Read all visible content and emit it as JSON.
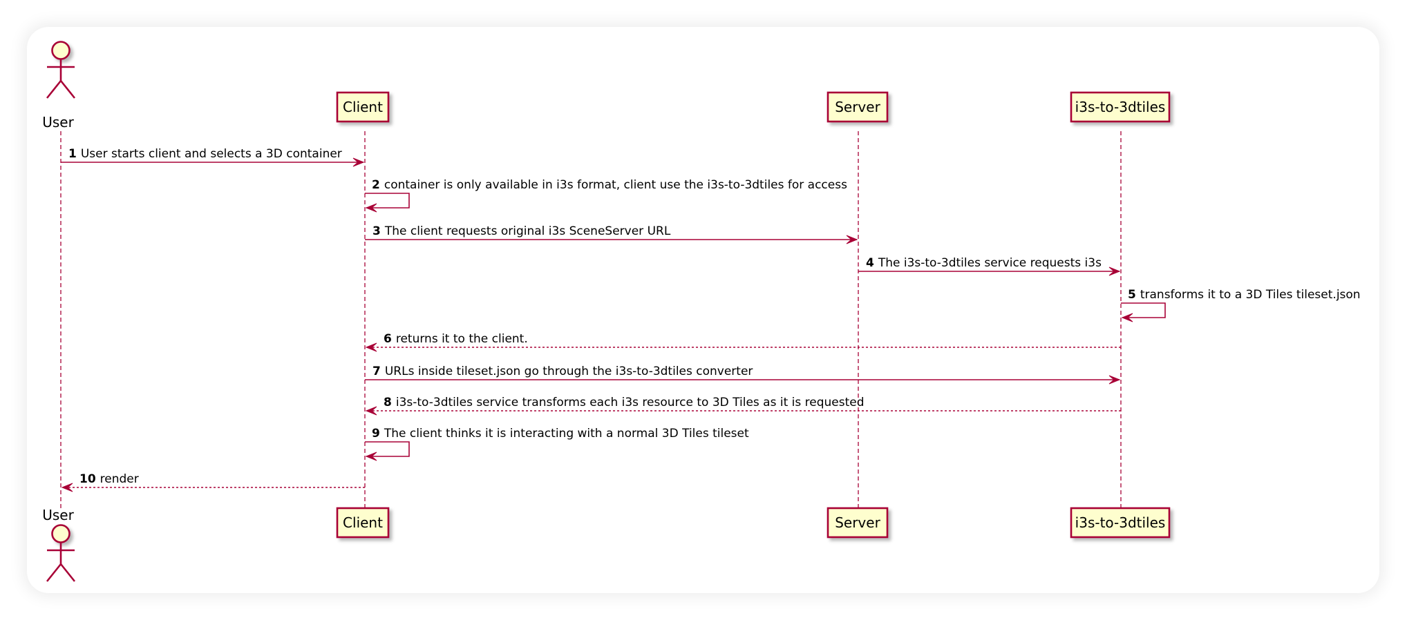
{
  "participants": [
    {
      "id": "user",
      "label": "User",
      "kind": "actor"
    },
    {
      "id": "client",
      "label": "Client",
      "kind": "box"
    },
    {
      "id": "server",
      "label": "Server",
      "kind": "box"
    },
    {
      "id": "i3s",
      "label": "i3s-to-3dtiles",
      "kind": "box"
    }
  ],
  "messages": [
    {
      "num": "1",
      "from": "user",
      "to": "client",
      "style": "solid",
      "text": "User starts client and selects a 3D container"
    },
    {
      "num": "2",
      "from": "client",
      "to": "client",
      "style": "solid",
      "text": "container is only available in i3s format, client use the i3s-to-3dtiles for access"
    },
    {
      "num": "3",
      "from": "client",
      "to": "server",
      "style": "solid",
      "text": "The client requests original i3s SceneServer URL"
    },
    {
      "num": "4",
      "from": "server",
      "to": "i3s",
      "style": "solid",
      "text": "The i3s-to-3dtiles service requests i3s"
    },
    {
      "num": "5",
      "from": "i3s",
      "to": "i3s",
      "style": "solid",
      "text": "transforms it to a 3D Tiles tileset.json"
    },
    {
      "num": "6",
      "from": "i3s",
      "to": "client",
      "style": "dashed",
      "text": "returns it to the client."
    },
    {
      "num": "7",
      "from": "client",
      "to": "i3s",
      "style": "solid",
      "text": "URLs inside tileset.json go through the i3s-to-3dtiles converter"
    },
    {
      "num": "8",
      "from": "i3s",
      "to": "client",
      "style": "dashed",
      "text": "i3s-to-3dtiles service transforms each i3s resource to 3D Tiles as it is requested"
    },
    {
      "num": "9",
      "from": "client",
      "to": "client",
      "style": "solid",
      "text": "The client thinks it is interacting with a normal 3D Tiles tileset"
    },
    {
      "num": "10",
      "from": "client",
      "to": "user",
      "style": "dashed",
      "text": "render"
    }
  ],
  "colors": {
    "line": "#a80036",
    "box_fill": "#fefece",
    "text": "#000000"
  }
}
